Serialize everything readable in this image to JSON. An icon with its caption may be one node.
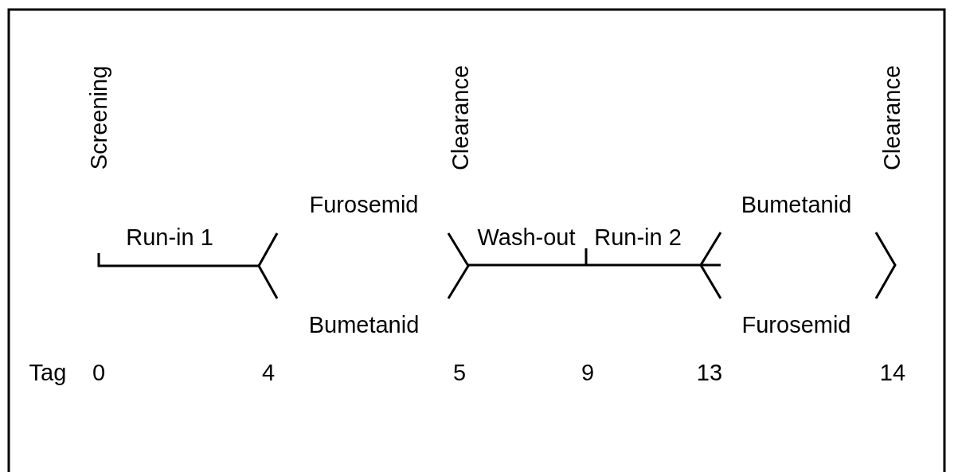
{
  "diagram": {
    "labels": [
      "Screening",
      "Clearance",
      "Clearance",
      "Furosemid",
      "Bumetanid",
      "Run-in 1",
      "Wash-out",
      "Run-in 2",
      "Bumetanid",
      "Furosemid",
      "Tag",
      "0",
      "4",
      "5",
      "9",
      "13",
      "14"
    ]
  }
}
